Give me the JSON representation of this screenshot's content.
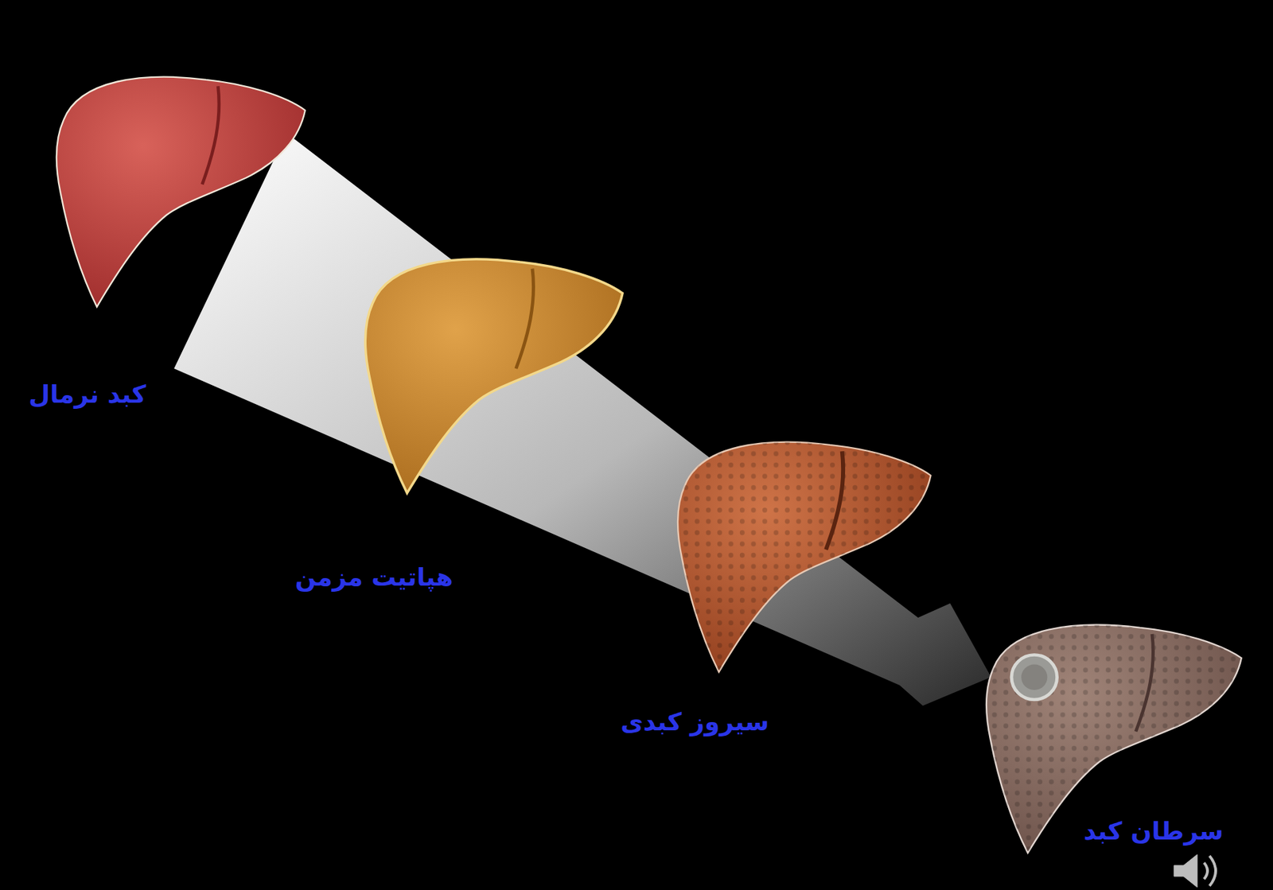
{
  "diagram": {
    "labels": [
      "کبد نرمال",
      "هپاتیت مزمن",
      "سیروز کبدی",
      "سرطان کبد"
    ]
  }
}
